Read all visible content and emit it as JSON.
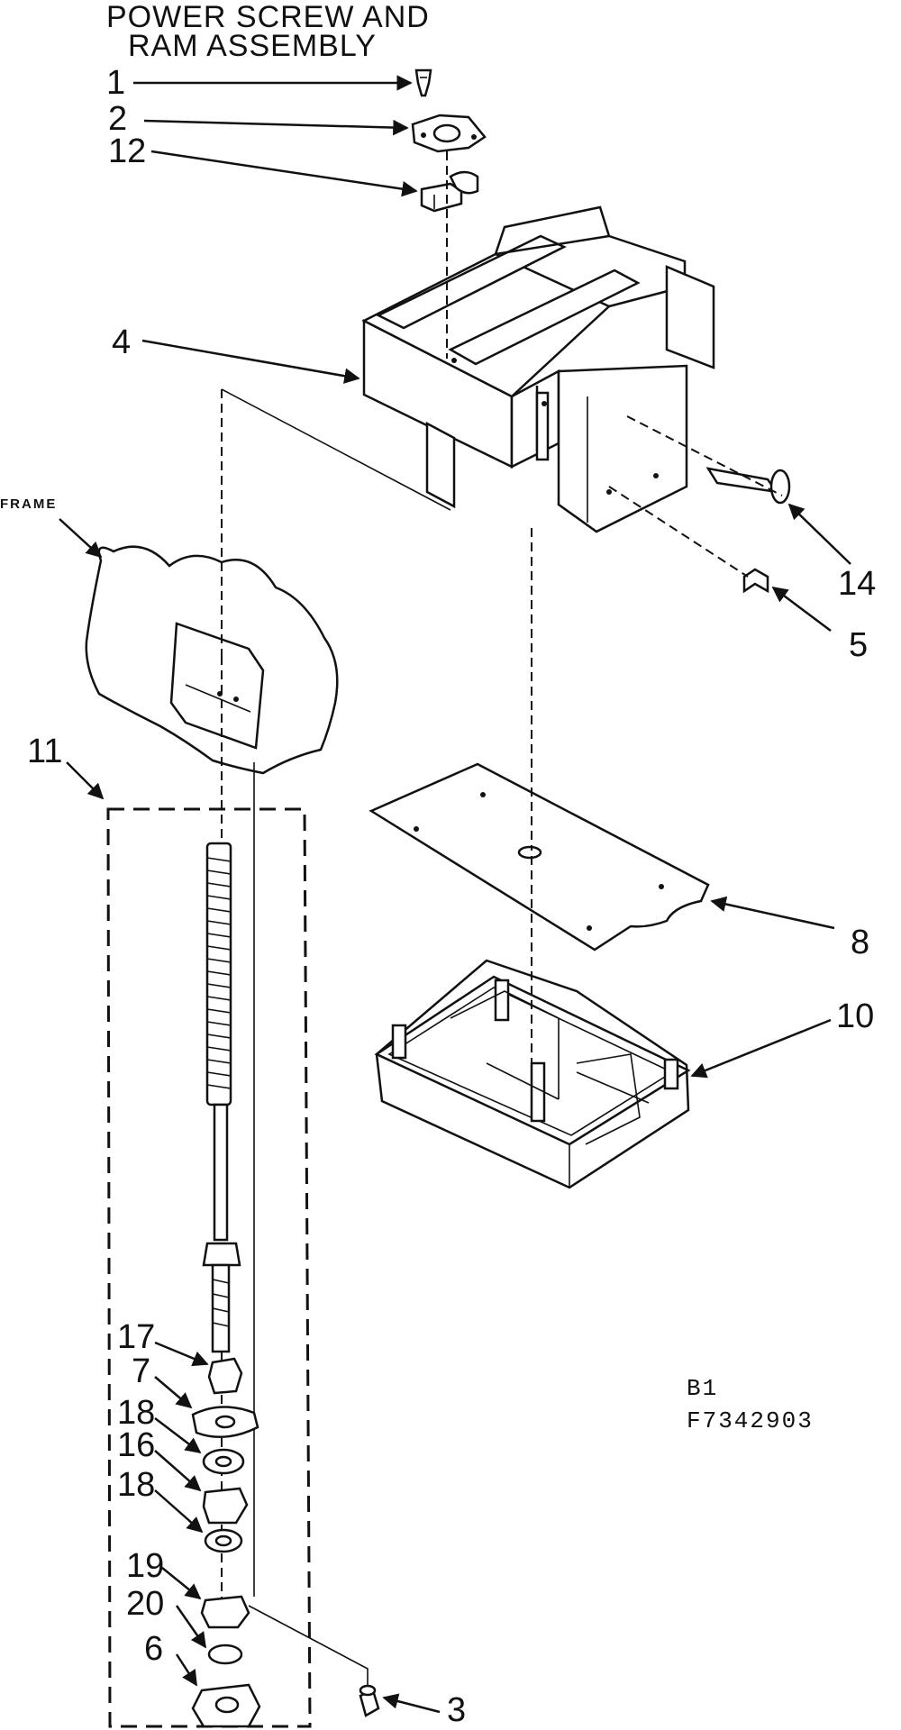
{
  "title": {
    "line1": "POWER SCREW AND",
    "line2": "RAM ASSEMBLY"
  },
  "labels": {
    "frame": "FRAME",
    "p1": "1",
    "p2": "2",
    "p12": "12",
    "p4": "4",
    "p14": "14",
    "p5": "5",
    "p11": "11",
    "p8": "8",
    "p10": "10",
    "p17": "17",
    "p7": "7",
    "p18a": "18",
    "p16": "16",
    "p18b": "18",
    "p19": "19",
    "p20": "20",
    "p6": "6",
    "p3": "3"
  },
  "code": {
    "line1": "B1",
    "line2": "F7342903"
  }
}
